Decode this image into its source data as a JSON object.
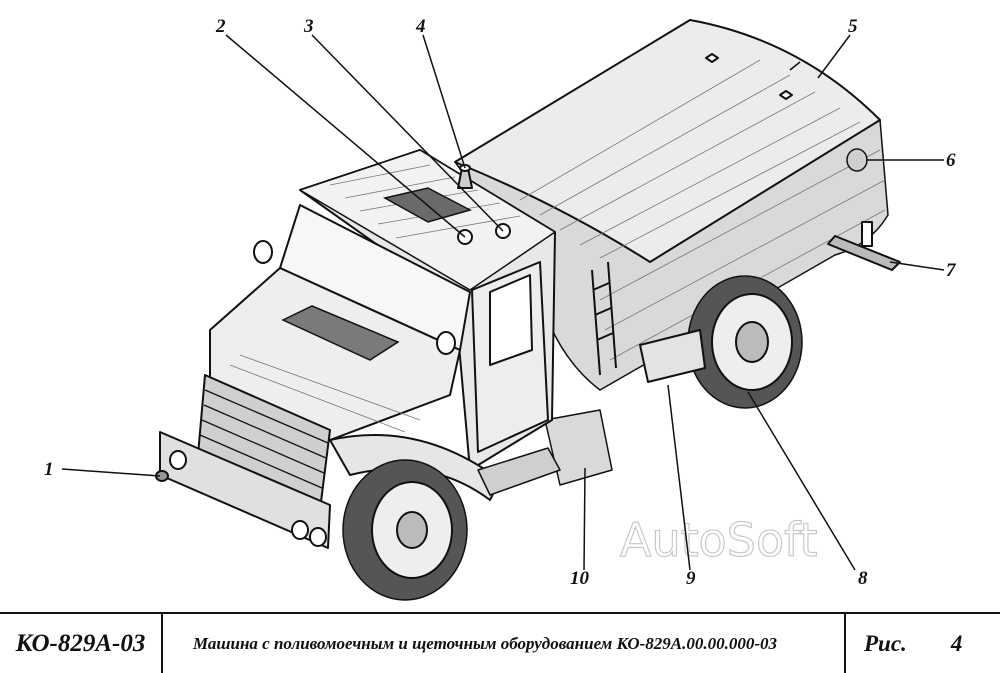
{
  "diagram": {
    "callouts": [
      "1",
      "2",
      "3",
      "4",
      "5",
      "6",
      "7",
      "8",
      "9",
      "10"
    ],
    "watermark": "AutoSoft"
  },
  "title_block": {
    "code": "КО-829А-03",
    "description": "Машина с поливомоечным и щеточным оборудованием КО-829А.00.00.000-03",
    "figure_label": "Рис.",
    "figure_number": "4"
  }
}
